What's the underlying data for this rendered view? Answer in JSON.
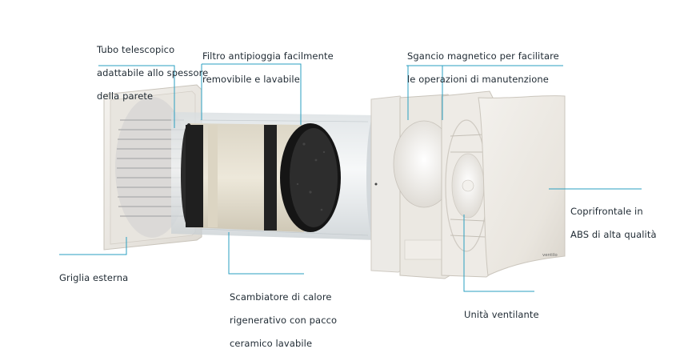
{
  "labels": {
    "tubo": [
      "Tubo telescopico",
      "adattabile allo spessore",
      "della parete"
    ],
    "filtro": [
      "Filtro antipioggia facilmente",
      "removibile e lavabile"
    ],
    "sgancio": [
      "Sgancio magnetico per facilitare",
      "le operazioni di manutenzione"
    ],
    "copri": [
      "Coprifrontale in",
      "ABS di alta qualità"
    ],
    "griglia": [
      "Griglia esterna"
    ],
    "scambia": [
      "Scambiatore di calore",
      "rigenerativo con pacco",
      "ceramico lavabile"
    ],
    "unita": [
      "Unità ventilante"
    ]
  },
  "colors": {
    "leader": "#2a9fc0",
    "body": "#eeeae3",
    "panel": "#f1eee9",
    "ceramic": "#e8e2d2",
    "filter": "#222222"
  },
  "product_mark": "ventilo"
}
